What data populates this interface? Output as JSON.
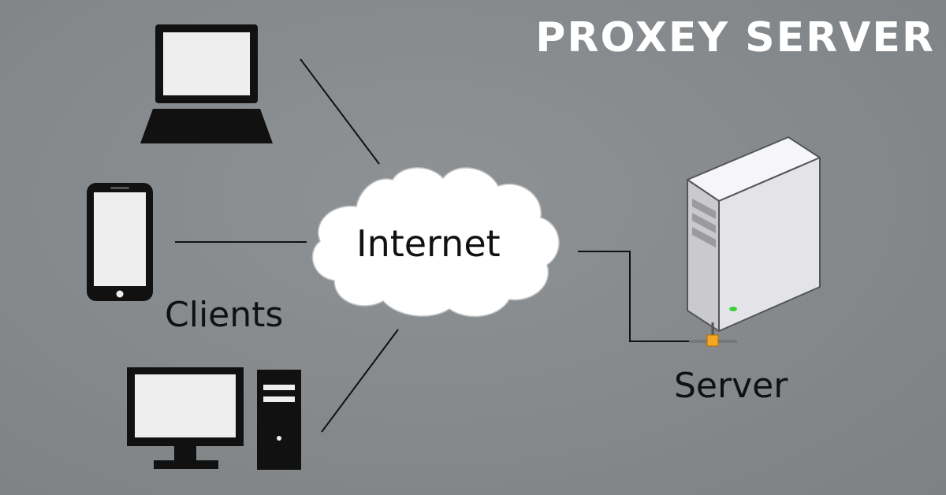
{
  "title": "PROXEY SERVER",
  "labels": {
    "internet": "Internet",
    "clients": "Clients",
    "server": "Server"
  },
  "nodes": {
    "clients": [
      "laptop",
      "smartphone",
      "desktop-computer"
    ],
    "cloud": "internet-cloud",
    "server": "server-tower"
  },
  "connections": [
    {
      "from": "laptop",
      "to": "internet-cloud"
    },
    {
      "from": "smartphone",
      "to": "internet-cloud"
    },
    {
      "from": "desktop-computer",
      "to": "internet-cloud"
    },
    {
      "from": "internet-cloud",
      "to": "server-tower"
    }
  ],
  "colors": {
    "background": "#878b8d",
    "title": "#ffffff",
    "device": "#111111",
    "screen": "#eeeeee",
    "cloud": "#ffffff",
    "server_body": "#e8e8ec",
    "connector": "#f5a623",
    "power_led": "#3bd13b"
  }
}
